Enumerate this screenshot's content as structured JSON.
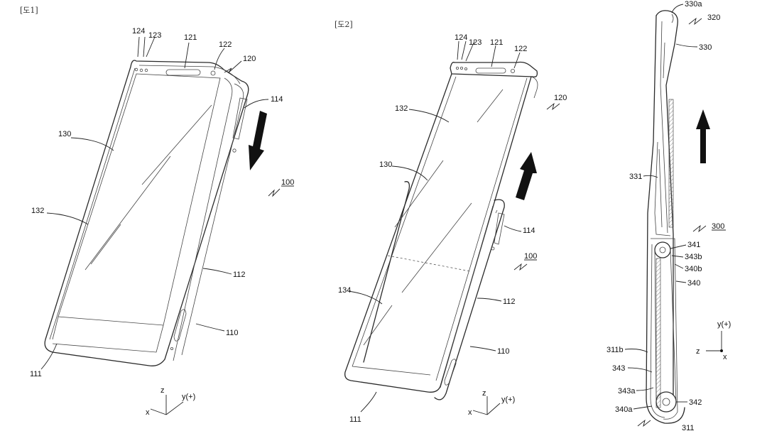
{
  "sheet": {
    "figures": [
      {
        "id": "fig1",
        "caption": "[도1]",
        "labels": {
          "l124": "124",
          "l123": "123",
          "l121": "121",
          "l122": "122",
          "l120": "120",
          "l114": "114",
          "l130": "130",
          "l132": "132",
          "l100": "100",
          "l112": "112",
          "l110": "110",
          "l111": "111"
        },
        "axes": {
          "z": "z",
          "y": "y(+)",
          "x": "x"
        },
        "arrow_direction": "down"
      },
      {
        "id": "fig2",
        "caption": "[도2]",
        "labels": {
          "l124": "124",
          "l123": "123",
          "l121": "121",
          "l122": "122",
          "l120": "120",
          "l132": "132",
          "l130": "130",
          "l114": "114",
          "l100": "100",
          "l134": "134",
          "l112": "112",
          "l110": "110",
          "l111": "111"
        },
        "axes": {
          "z": "z",
          "y": "y(+)",
          "x": "x"
        },
        "arrow_direction": "up"
      },
      {
        "id": "fig3",
        "labels": {
          "l330a": "330a",
          "l320": "320",
          "l330": "330",
          "l331": "331",
          "l300": "300",
          "l341": "341",
          "l343b": "343b",
          "l340b": "340b",
          "l340": "340",
          "l311b": "311b",
          "l343": "343",
          "l343a": "343a",
          "l340a": "340a",
          "l342": "342",
          "l311": "311"
        },
        "axes": {
          "y": "y(+)",
          "z": "z",
          "x": "x"
        },
        "arrow_direction": "up"
      }
    ]
  }
}
